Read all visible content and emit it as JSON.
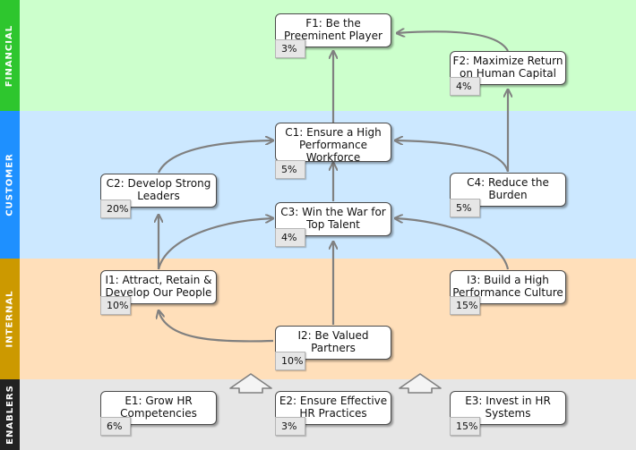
{
  "bands": [
    {
      "id": "financial",
      "label": "FINANCIAL",
      "color": "#2ec62e",
      "bg": "#ccffcc"
    },
    {
      "id": "customer",
      "label": "CUSTOMER",
      "color": "#1e90ff",
      "bg": "#cce8ff"
    },
    {
      "id": "internal",
      "label": "INTERNAL",
      "color": "#cc9900",
      "bg": "#ffdfba"
    },
    {
      "id": "enablers",
      "label": "ENABLERS",
      "color": "#222222",
      "bg": "#e6e6e6"
    }
  ],
  "objectives": {
    "F1": {
      "title": "F1: Be the Preeminent Player",
      "pct": "3%"
    },
    "F2": {
      "title": "F2: Maximize Return on Human Capital",
      "pct": "4%"
    },
    "C1": {
      "title": "C1: Ensure a High Performance Workforce",
      "pct": "5%"
    },
    "C2": {
      "title": "C2: Develop Strong Leaders",
      "pct": "20%"
    },
    "C3": {
      "title": "C3: Win the War for Top Talent",
      "pct": "4%"
    },
    "C4": {
      "title": "C4: Reduce the Burden",
      "pct": "5%"
    },
    "I1": {
      "title": "I1: Attract, Retain & Develop Our People",
      "pct": "10%"
    },
    "I2": {
      "title": "I2: Be Valued Partners",
      "pct": "10%"
    },
    "I3": {
      "title": "I3: Build a High Performance Culture",
      "pct": "15%"
    },
    "E1": {
      "title": "E1: Grow HR Competencies",
      "pct": "6%"
    },
    "E2": {
      "title": "E2: Ensure Effective HR Practices",
      "pct": "3%"
    },
    "E3": {
      "title": "E3: Invest in HR Systems",
      "pct": "15%"
    }
  },
  "links": [
    [
      "F2",
      "F1"
    ],
    [
      "C1",
      "F1"
    ],
    [
      "C4",
      "F2"
    ],
    [
      "C2",
      "C1"
    ],
    [
      "C3",
      "C1"
    ],
    [
      "C4",
      "C1"
    ],
    [
      "I1",
      "C2"
    ],
    [
      "I1",
      "C3"
    ],
    [
      "I2",
      "C3"
    ],
    [
      "I3",
      "C3"
    ],
    [
      "I2",
      "I1"
    ]
  ],
  "colors": {
    "connector": "#808080",
    "node_border": "#4a4a4a"
  }
}
